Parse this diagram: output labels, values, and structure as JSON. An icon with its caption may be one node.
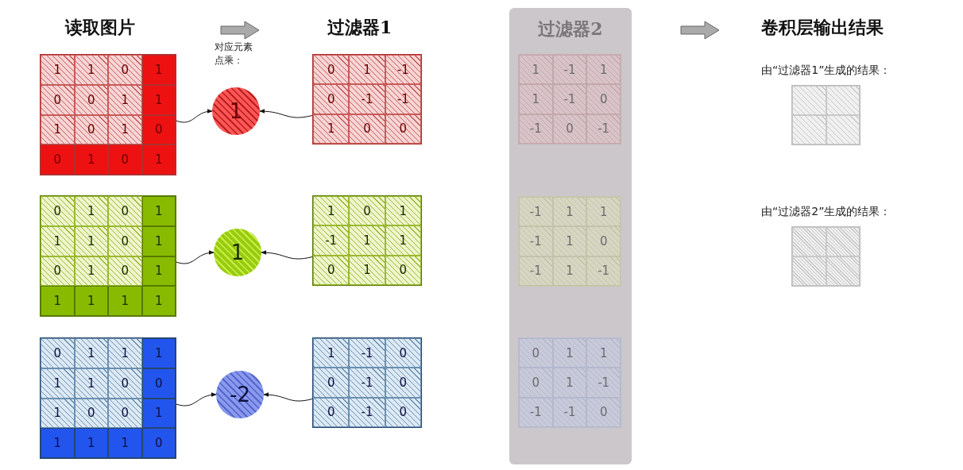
{
  "diagram": {
    "nodes": [
      {
        "text": [
          "1",
          "1",
          "0",
          "1",
          "0",
          "0",
          "1",
          "1",
          "1",
          "0",
          "1",
          "0",
          "0",
          "1",
          "0",
          "1"
        ]
      },
      {
        "text": [
          "1"
        ]
      },
      {
        "text": [
          "0",
          "1",
          "-1",
          "0",
          "-1",
          "-1",
          "1",
          "0",
          "0"
        ]
      },
      {
        "text": [
          "0",
          "1",
          "0",
          "1",
          "1",
          "1",
          "0",
          "1",
          "0",
          "1",
          "0",
          "1",
          "1",
          "1",
          "1",
          "1"
        ]
      },
      {
        "text": [
          "1"
        ]
      },
      {
        "text": [
          "1",
          "0",
          "1",
          "-1",
          "1",
          "1",
          "0",
          "1",
          "0"
        ]
      },
      {
        "text": [
          "0",
          "1",
          "1",
          "1",
          "1",
          "1",
          "0",
          "0",
          "1",
          "0",
          "0",
          "1",
          "1",
          "1",
          "1",
          "0"
        ]
      },
      {
        "text": [
          "-2"
        ]
      },
      {
        "text": [
          "1",
          "-1",
          "0",
          "0",
          "-1",
          "0",
          "0",
          "-1",
          "0"
        ]
      },
      {
        "text": [
          "过滤器2"
        ]
      },
      {
        "text": [
          "1",
          "-1",
          "1",
          "1",
          "-1",
          "0",
          "-1",
          "0",
          "-1"
        ],
        "in": 9
      },
      {
        "text": [
          "-1",
          "1",
          "1",
          "-1",
          "1",
          "0",
          "-1",
          "1",
          "-1"
        ],
        "in": 9
      },
      {
        "text": [
          "0",
          "1",
          "1",
          "0",
          "1",
          "-1",
          "-1",
          "-1",
          "0"
        ],
        "in": 9
      },
      {
        "text": [],
        "shape": "box"
      },
      {
        "text": [],
        "shape": "box"
      }
    ],
    "edges": [
      {
        "from": 0,
        "to": 1,
        "arrow": "to"
      },
      {
        "from": 2,
        "to": 1,
        "arrow": "to"
      },
      {
        "from": 3,
        "to": 4,
        "arrow": "to"
      },
      {
        "from": 5,
        "to": 4,
        "arrow": "to"
      },
      {
        "from": 6,
        "to": 7,
        "arrow": "to"
      },
      {
        "from": 8,
        "to": 7,
        "arrow": "to"
      }
    ],
    "labels": [
      "读取图片",
      "过滤器1",
      "卷积层输出结果",
      "对应元素点乘：",
      "由“过滤器1”生成的结果：",
      "由“过滤器2”生成的结果："
    ]
  }
}
